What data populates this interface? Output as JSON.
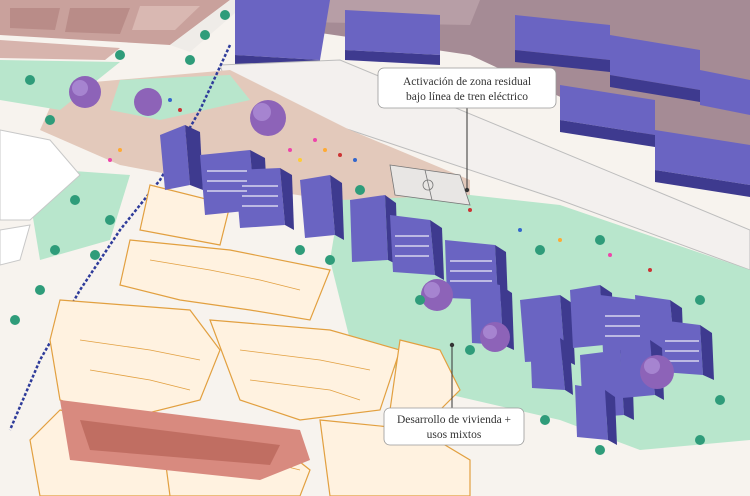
{
  "labels": {
    "top_line1": "Activación de zona residual",
    "top_line2": "bajo línea de tren eléctrico",
    "bottom_line1": "Desarrollo de vivienda +",
    "bottom_line2": "usos mixtos"
  },
  "colors": {
    "ground": "#f7f3ee",
    "plaza": "#e3c9bb",
    "green_area": "#b8e6cc",
    "residential_roof": "#6a64c2",
    "residential_side": "#3e3a8f",
    "new_blocks_fill": "#fff2e0",
    "new_blocks_stroke": "#e2a040",
    "existing_left": "#c79a96",
    "existing_right_top": "#a58b95",
    "railway_line": "#2e3b9a",
    "tree_canopy": "#8d63b8",
    "street_tree": "#2f9c7a"
  },
  "icons": [
    "tree-icon",
    "bench-icon",
    "info-pin-icon"
  ]
}
